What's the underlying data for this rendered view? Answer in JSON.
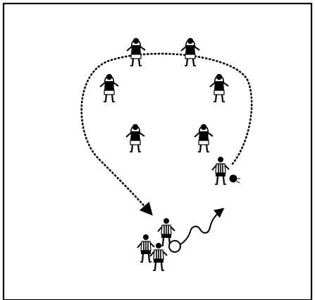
{
  "diagram": {
    "background_color": "#ffffff",
    "ink_color": "#000000",
    "frame": "rectangle-border",
    "defenders": [
      {
        "id": "top-left",
        "team": "dark"
      },
      {
        "id": "top-right",
        "team": "dark"
      },
      {
        "id": "mid-left",
        "team": "dark"
      },
      {
        "id": "mid-right",
        "team": "dark"
      },
      {
        "id": "low-left",
        "team": "dark"
      },
      {
        "id": "low-right",
        "team": "dark"
      }
    ],
    "attackers": [
      {
        "id": "kicker",
        "team": "striped",
        "has_ball": true
      },
      {
        "id": "queue-1",
        "team": "striped"
      },
      {
        "id": "queue-2",
        "team": "striped"
      },
      {
        "id": "queue-3",
        "team": "striped"
      }
    ],
    "paths": [
      {
        "id": "run-path",
        "style": "dotted",
        "arrowhead": true
      },
      {
        "id": "dribble-path",
        "style": "wavy",
        "arrowhead": true
      }
    ],
    "balls": [
      {
        "id": "ball-at-kicker",
        "fill": "#000000"
      },
      {
        "id": "ball-at-queue",
        "fill": "#ffffff"
      }
    ]
  }
}
